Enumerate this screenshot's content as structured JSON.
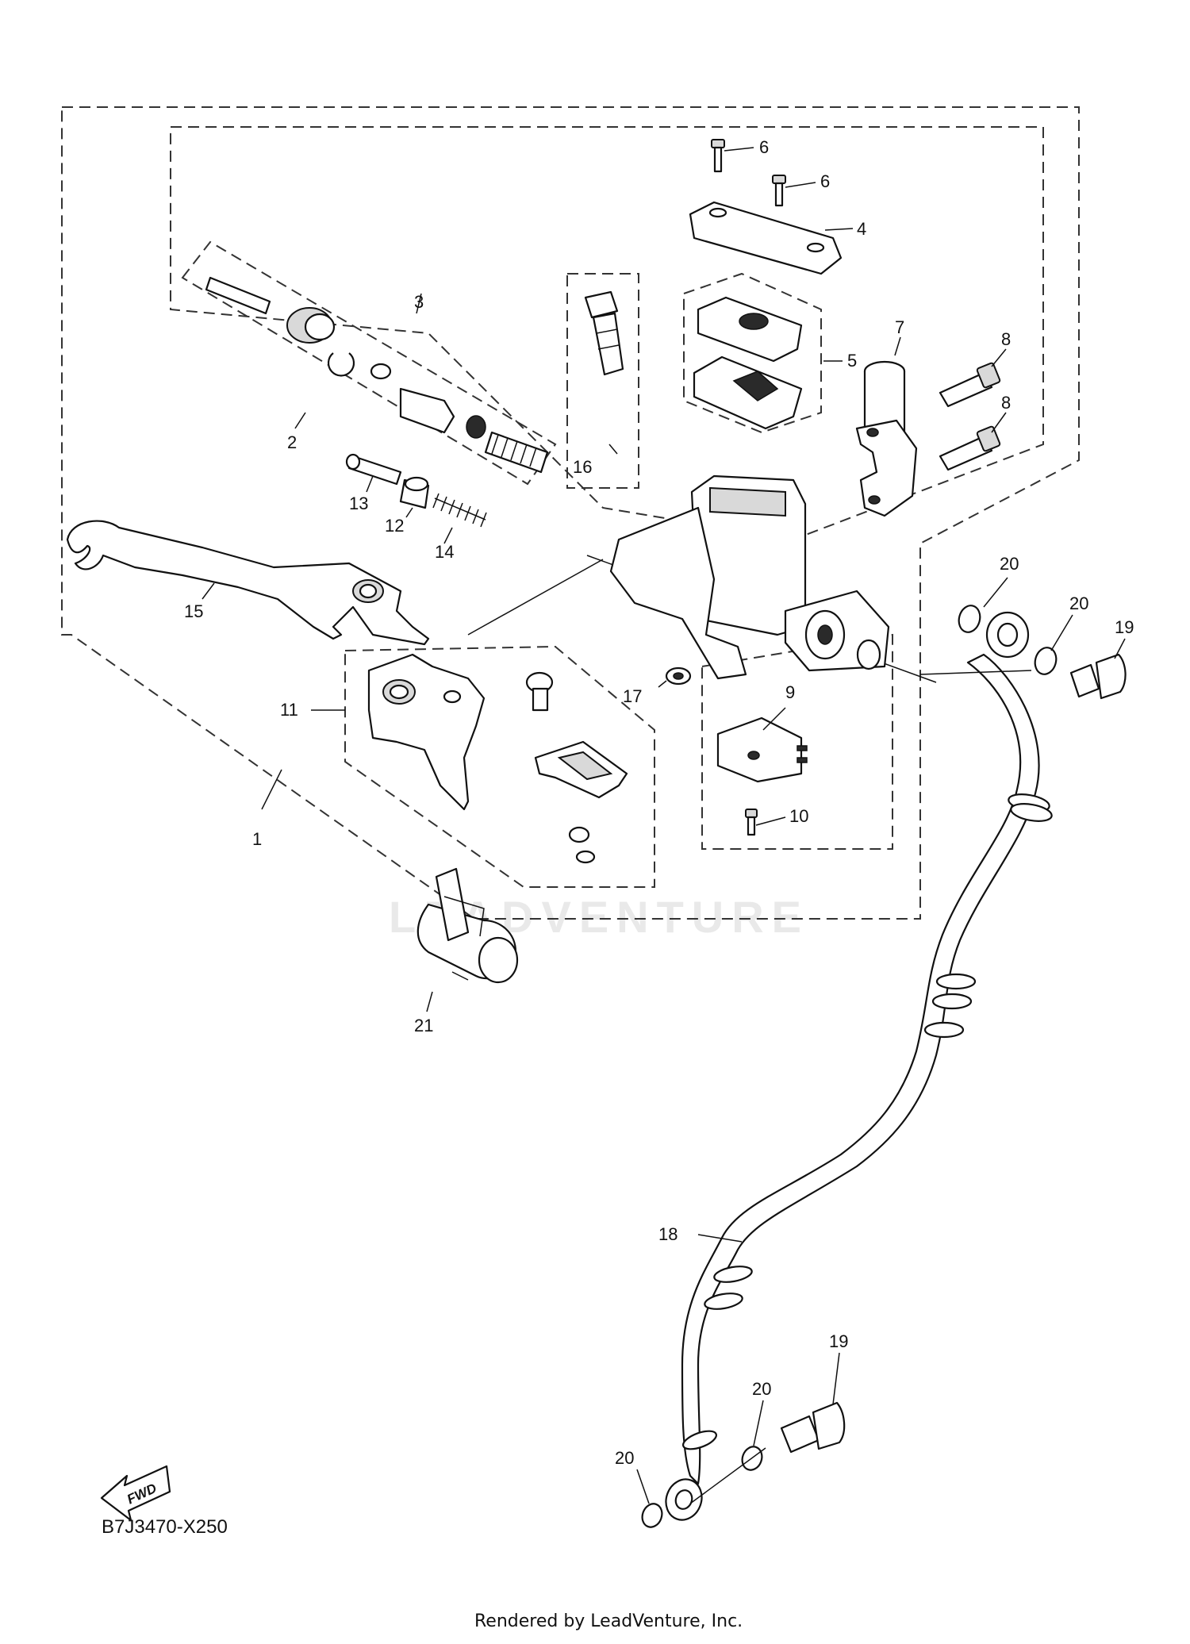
{
  "diagram": {
    "diagram_code": "B7J3470-X250",
    "rendered_by": "Rendered by LeadVenture, Inc.",
    "watermark": "LEADVENTURE",
    "fwd_label": "FWD",
    "callouts": [
      {
        "id": "c1",
        "label": "1"
      },
      {
        "id": "c2",
        "label": "2"
      },
      {
        "id": "c3",
        "label": "3"
      },
      {
        "id": "c4",
        "label": "4"
      },
      {
        "id": "c5",
        "label": "5"
      },
      {
        "id": "c6a",
        "label": "6"
      },
      {
        "id": "c6b",
        "label": "6"
      },
      {
        "id": "c7",
        "label": "7"
      },
      {
        "id": "c8a",
        "label": "8"
      },
      {
        "id": "c8b",
        "label": "8"
      },
      {
        "id": "c9",
        "label": "9"
      },
      {
        "id": "c10",
        "label": "10"
      },
      {
        "id": "c11",
        "label": "11"
      },
      {
        "id": "c12",
        "label": "12"
      },
      {
        "id": "c13",
        "label": "13"
      },
      {
        "id": "c14",
        "label": "14"
      },
      {
        "id": "c15",
        "label": "15"
      },
      {
        "id": "c16",
        "label": "16"
      },
      {
        "id": "c17",
        "label": "17"
      },
      {
        "id": "c18",
        "label": "18"
      },
      {
        "id": "c19a",
        "label": "19"
      },
      {
        "id": "c19b",
        "label": "19"
      },
      {
        "id": "c20a",
        "label": "20"
      },
      {
        "id": "c20b",
        "label": "20"
      },
      {
        "id": "c20c",
        "label": "20"
      },
      {
        "id": "c20d",
        "label": "20"
      },
      {
        "id": "c21",
        "label": "21"
      }
    ]
  }
}
